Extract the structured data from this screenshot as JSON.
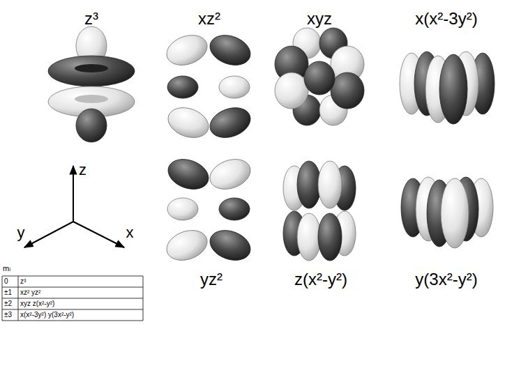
{
  "diagram": {
    "labels": [
      "z³",
      "xz²",
      "xyz",
      "x(x²-3y²)",
      "z",
      "y",
      "x",
      "yz²",
      "z(x²-y²)",
      "y(3x²-y²)",
      "mₗ",
      "0",
      "z³",
      "±1",
      "xz² yz²",
      "±2",
      "xyz z(x²-y²)",
      "±3",
      "x(x²-3y²) y(3x²-y²)"
    ]
  }
}
